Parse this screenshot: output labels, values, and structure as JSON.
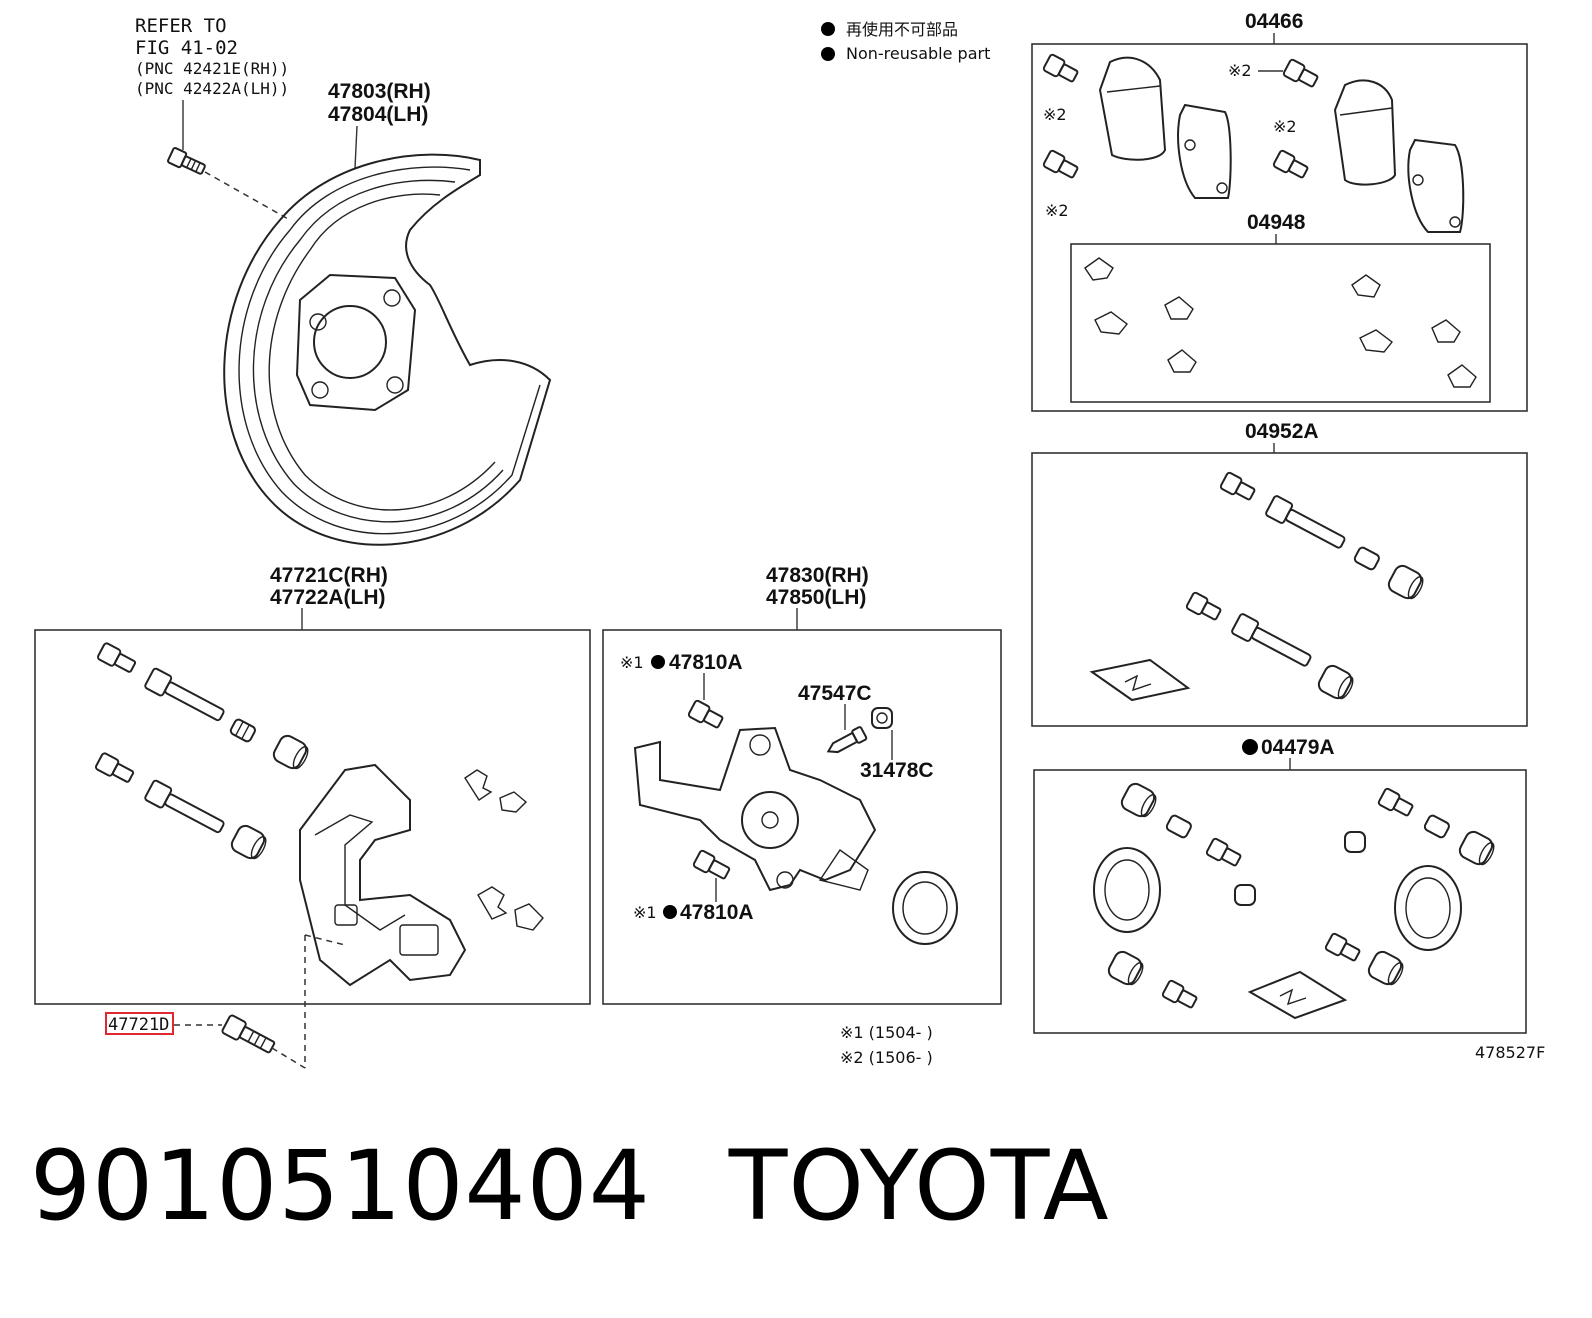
{
  "refer_note": [
    "REFER TO",
    "FIG 41-02",
    "(PNC 42421E(RH))",
    "(PNC 42422A(LH))"
  ],
  "legend": {
    "jp": "再使用不可部品",
    "en": "Non-reusable part",
    "bullet_color": "#000000"
  },
  "shield_label": [
    "47803(RH)",
    "47804(LH)"
  ],
  "bracket_label": [
    "47721C(RH)",
    "47722A(LH)"
  ],
  "caliper_label": [
    "47830(RH)",
    "47850(LH)"
  ],
  "pad_kit": "04466",
  "shim_kit": "04948",
  "slide_kit": "04952A",
  "cylinder_kit": "04479A",
  "pad_notes": [
    "※2",
    "※2",
    "※2",
    "※2"
  ],
  "caliper_parts": {
    "bolt_top": "47810A",
    "bolt_bottom": "47810A",
    "bolt_prefix": "※1",
    "bleeder": "47547C",
    "cap": "31478C"
  },
  "highlighted_part": {
    "label": "47721D",
    "highlight_color": "#e0282e"
  },
  "footnotes": [
    "※1 (1504-      )",
    "※2 (1506-      )"
  ],
  "figure_id": "478527F",
  "footer": {
    "part_number": "9010510404",
    "brand": "TOYOTA"
  }
}
